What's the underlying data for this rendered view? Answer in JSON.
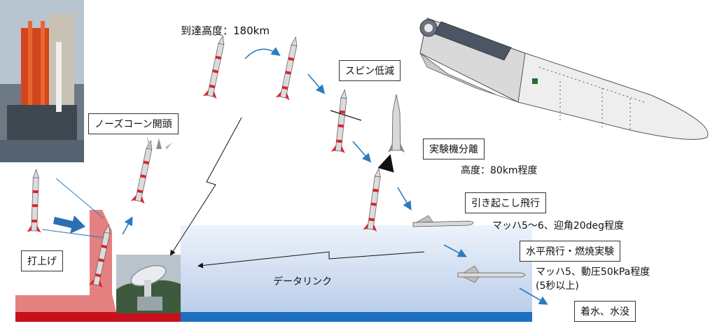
{
  "labels": {
    "altitude_peak": "到達高度：180km",
    "nose_cone": "ノーズコーン開頭",
    "spin_down": "スピン低減",
    "separation": "実験機分離",
    "separation_altitude": "高度：80km程度",
    "pull_up": "引き起こし飛行",
    "pull_up_detail": "マッハ5～6、迎角20deg程度",
    "level_flight": "水平飛行・燃焼実験",
    "level_detail_1": "マッハ5、動圧50kPa程度",
    "level_detail_2": "(5秒以上)",
    "splashdown": "着水、水没",
    "launch": "打上げ",
    "datalink": "データリンク"
  },
  "colors": {
    "arrow_blue": "#2b7bbf",
    "launcher_pink": "#e58080",
    "ground_red": "#c8101d",
    "ground_blue": "#1f6fc0",
    "rocket_red": "#d7262f"
  },
  "icons": [
    "rocket-icon",
    "vehicle-icon",
    "antenna-icon",
    "launch-tower-photo",
    "ground-station-photo"
  ]
}
